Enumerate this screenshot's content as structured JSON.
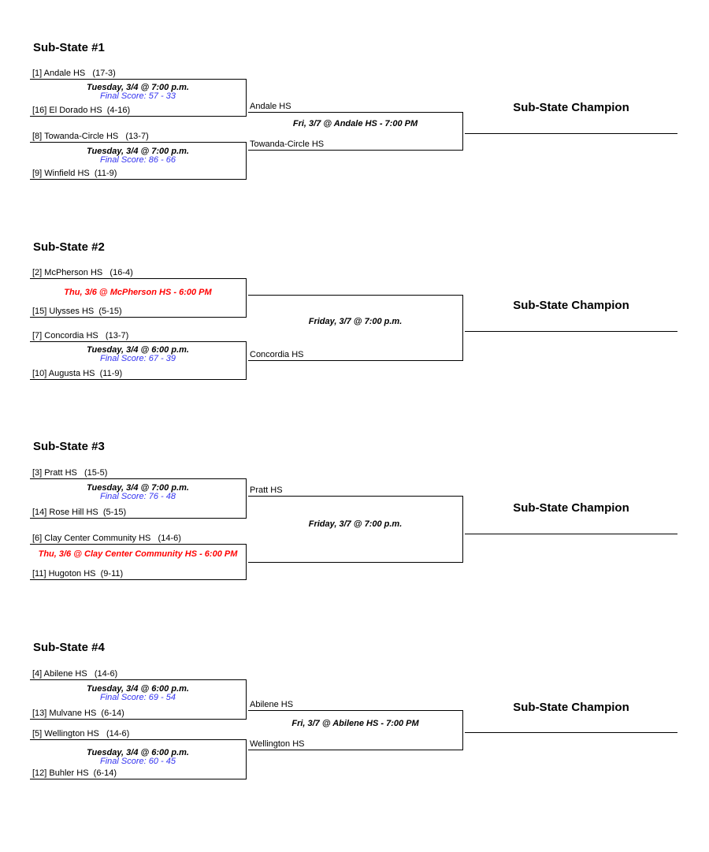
{
  "colors": {
    "score_blue": "#3333F0",
    "pending_red": "#FF0000",
    "line_black": "#000000"
  },
  "brackets": [
    {
      "title": "Sub-State #1",
      "champion_label": "Sub-State Champion",
      "champion_name": "",
      "games": [
        {
          "top_team": "[1] Andale HS   (17-3)",
          "bottom_team": "[16] El Dorado HS  (4-16)",
          "schedule": "Tuesday, 3/4 @ 7:00 p.m.",
          "score": "Final Score: 57 - 33",
          "status": "final"
        },
        {
          "top_team": "[8] Towanda-Circle HS   (13-7)",
          "bottom_team": "[9] Winfield HS  (11-9)",
          "schedule": "Tuesday, 3/4 @ 7:00 p.m.",
          "score": "Final Score: 86 - 66",
          "status": "final"
        }
      ],
      "final": {
        "top_winner": "Andale HS",
        "bottom_winner": "Towanda-Circle HS",
        "schedule": "Fri, 3/7 @ Andale HS - 7:00 PM",
        "status": "scheduled"
      }
    },
    {
      "title": "Sub-State #2",
      "champion_label": "Sub-State Champion",
      "champion_name": "",
      "games": [
        {
          "top_team": "[2] McPherson HS   (16-4)",
          "bottom_team": "[15] Ulysses HS  (5-15)",
          "schedule": "Thu, 3/6 @ McPherson HS - 6:00 PM",
          "score": "",
          "status": "scheduled"
        },
        {
          "top_team": "[7] Concordia HS   (13-7)",
          "bottom_team": "[10] Augusta HS  (11-9)",
          "schedule": "Tuesday, 3/4 @ 6:00 p.m.",
          "score": "Final Score: 67 - 39",
          "status": "final"
        }
      ],
      "final": {
        "top_winner": "",
        "bottom_winner": "Concordia HS",
        "schedule": "Friday, 3/7 @ 7:00 p.m.",
        "status": "scheduled"
      }
    },
    {
      "title": "Sub-State #3",
      "champion_label": "Sub-State Champion",
      "champion_name": "",
      "games": [
        {
          "top_team": "[3] Pratt HS   (15-5)",
          "bottom_team": "[14] Rose Hill HS  (5-15)",
          "schedule": "Tuesday, 3/4 @ 7:00 p.m.",
          "score": "Final Score: 76 - 48",
          "status": "final"
        },
        {
          "top_team": "[6] Clay Center Community HS   (14-6)",
          "bottom_team": "[11] Hugoton HS  (9-11)",
          "schedule": "Thu, 3/6 @ Clay Center Community HS - 6:00 PM",
          "score": "",
          "status": "scheduled"
        }
      ],
      "final": {
        "top_winner": "Pratt HS",
        "bottom_winner": "",
        "schedule": "Friday, 3/7 @ 7:00 p.m.",
        "status": "scheduled"
      }
    },
    {
      "title": "Sub-State #4",
      "champion_label": "Sub-State Champion",
      "champion_name": "",
      "games": [
        {
          "top_team": "[4] Abilene HS   (14-6)",
          "bottom_team": "[13] Mulvane HS  (6-14)",
          "schedule": "Tuesday, 3/4 @ 6:00 p.m.",
          "score": "Final Score: 69 - 54",
          "status": "final"
        },
        {
          "top_team": "[5] Wellington HS   (14-6)",
          "bottom_team": "[12] Buhler HS  (6-14)",
          "schedule": "Tuesday, 3/4 @ 6:00 p.m.",
          "score": "Final Score: 60 - 45",
          "status": "final"
        }
      ],
      "final": {
        "top_winner": "Abilene HS",
        "bottom_winner": "Wellington HS",
        "schedule": "Fri, 3/7 @ Abilene HS - 7:00 PM",
        "status": "scheduled"
      }
    }
  ]
}
